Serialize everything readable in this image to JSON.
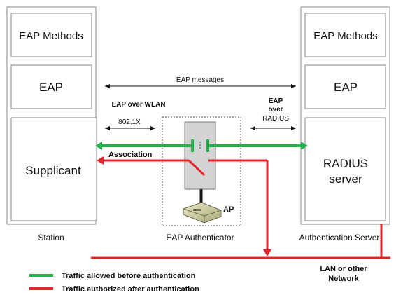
{
  "station": {
    "eap_methods": "EAP Methods",
    "eap": "EAP",
    "supplicant": "Supplicant",
    "caption": "Station"
  },
  "server": {
    "eap_methods": "EAP Methods",
    "eap": "EAP",
    "radius_line1": "RADIUS",
    "radius_line2": "server",
    "caption": "Authentication Server"
  },
  "authenticator": {
    "caption": "EAP Authenticator",
    "ap_label": "AP"
  },
  "arrows": {
    "eap_messages": "EAP messages",
    "eap_over_wlan": "EAP over WLAN",
    "dot1x": "802.1X",
    "eap_over_radius_1": "EAP",
    "eap_over_radius_2": "over",
    "eap_over_radius_3": "RADIUS",
    "association": "Association"
  },
  "network": {
    "line1": "LAN or other",
    "line2": "Network"
  },
  "legend": {
    "green_label": "Traffic allowed before authentication",
    "red_label": "Traffic authorized after authentication"
  },
  "colors": {
    "green": "#22b24c",
    "red": "#e3242b",
    "box_border": "#8a8a8a",
    "ap_body": "#c9c9a0"
  }
}
